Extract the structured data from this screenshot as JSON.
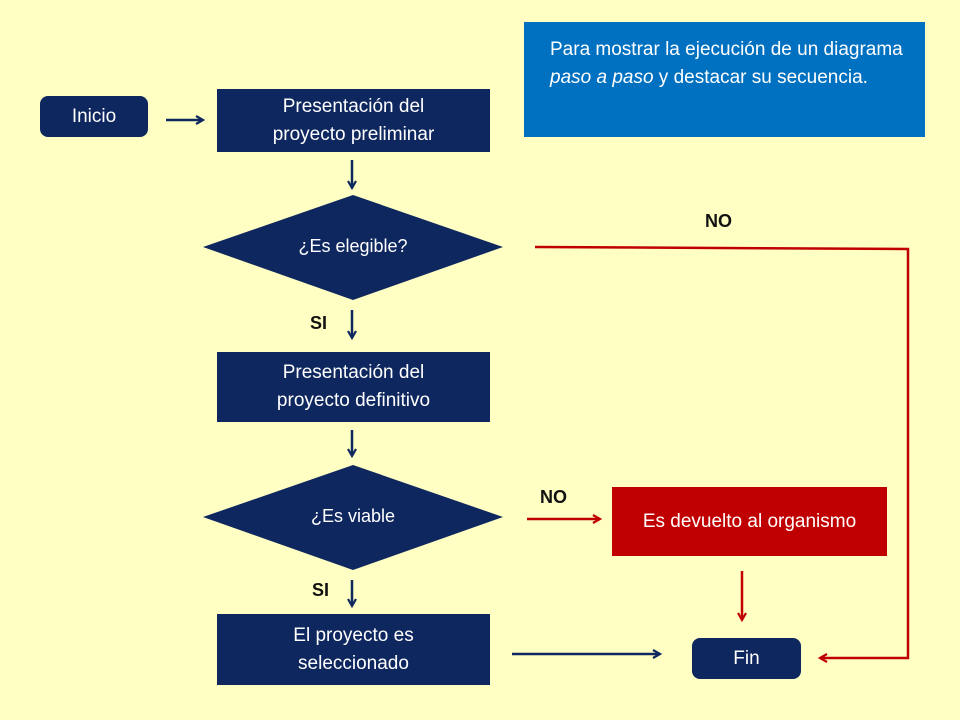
{
  "note": {
    "part1": "Para mostrar la ejecución de un diagrama ",
    "emphasis": "paso a paso",
    "part2": " y destacar su secuencia."
  },
  "nodes": {
    "inicio": "Inicio",
    "preliminar_line1": "Presentación del",
    "preliminar_line2": "proyecto preliminar",
    "elegible": "¿Es elegible?",
    "definitivo_line1": "Presentación del",
    "definitivo_line2": "proyecto definitivo",
    "viable": "¿Es viable",
    "devuelto": "Es devuelto al organismo",
    "seleccionado_line1": "El proyecto es",
    "seleccionado_line2": "seleccionado",
    "fin": "Fin"
  },
  "labels": {
    "no_elegible": "NO",
    "si_elegible": "SI",
    "no_viable": "NO",
    "si_viable": "SI"
  },
  "colors": {
    "background": "#FFFFC4",
    "navy": "#0E275E",
    "red": "#C00000",
    "note": "#0070C0"
  }
}
